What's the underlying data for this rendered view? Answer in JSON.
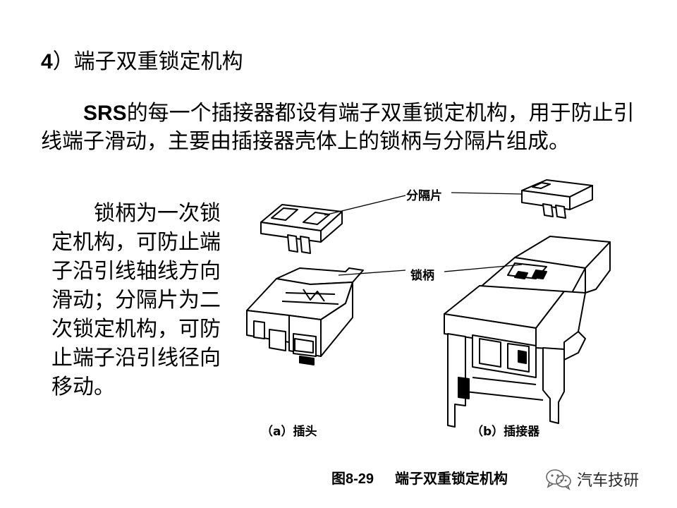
{
  "heading": {
    "number": "4",
    "text": "）端子双重锁定机构"
  },
  "intro": {
    "prefix": "SRS",
    "text": "的每一个插接器都设有端子双重锁定机构，用于防止引线端子滑动，主要由插接器壳体上的锁柄与分隔片组成。"
  },
  "side_text": "锁柄为一次锁定机构，可防止端子沿引线轴线方向滑动；分隔片为二次锁定机构，可防止端子沿引线径向移动。",
  "figure": {
    "label_spacer": "分隔片",
    "label_lock": "锁柄",
    "caption_a": "（a）插头",
    "caption_b": "（b）插接器"
  },
  "caption": {
    "number": "图8-29",
    "text": "端子双重锁定机构"
  },
  "watermark": {
    "icon": "wechat-icon",
    "text": "汽车技研"
  }
}
